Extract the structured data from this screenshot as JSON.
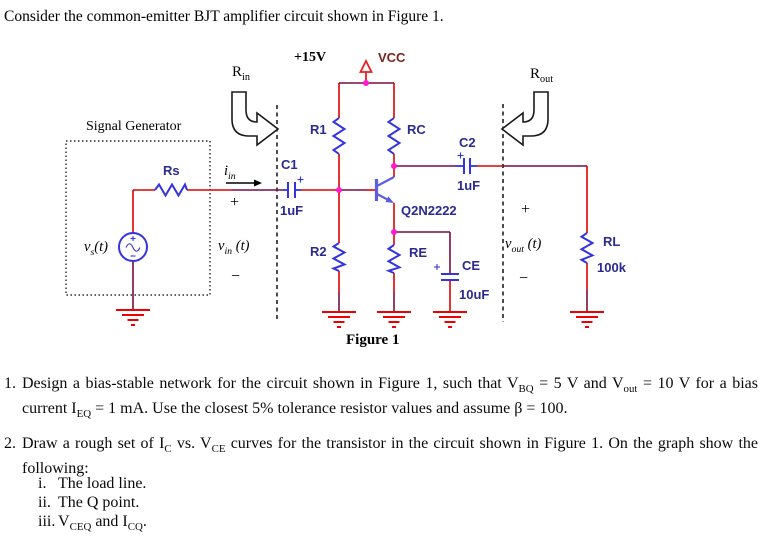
{
  "colors": {
    "wire_maroon": "#770C44",
    "wire_red": "#DF0000",
    "component_blue": "#3434DF",
    "transistor_blue": "#5C5CE0",
    "label_navy": "#2A2A90",
    "junction_magenta": "#FF1ACD",
    "ground_red": "#F00000",
    "vcc_red": "#E82020",
    "vcc_text": "#7A241C"
  },
  "title": "Consider the common-emitter BJT amplifier circuit shown in Figure 1.",
  "circuit": {
    "caption": "Figure 1",
    "supply": {
      "voltage": "+15V",
      "net": "VCC"
    },
    "signal_generator": {
      "label": "Signal Generator",
      "vs": [
        {
          "i": "v"
        },
        {
          "isub": "s"
        },
        {
          "i": "(t)"
        }
      ],
      "rs": "Rs"
    },
    "ports": {
      "rin": [
        {
          "t": "R"
        },
        {
          "sub": "in"
        }
      ],
      "rout": [
        {
          "t": "R"
        },
        {
          "sub": "out"
        }
      ],
      "iin": [
        {
          "i": "i"
        },
        {
          "isub": "in"
        }
      ],
      "vin": [
        {
          "i": "v"
        },
        {
          "isub": "in"
        },
        {
          "i": " (t)"
        }
      ],
      "vout": [
        {
          "i": "v"
        },
        {
          "isub": "out"
        },
        {
          "i": " (t)"
        }
      ],
      "vin_plus": "+",
      "vin_minus": "−",
      "vout_plus": "+",
      "vout_minus": "−"
    },
    "components": {
      "r1": "R1",
      "r2": "R2",
      "rc": "RC",
      "re": "RE",
      "rl": "RL",
      "rl_value": "100k",
      "c1": "C1",
      "c1_value": "1uF",
      "c2": "C2",
      "c2_value": "1uF",
      "ce": "CE",
      "ce_value": "10uF",
      "transistor": "Q2N2222"
    }
  },
  "questions": [
    {
      "num": "1.",
      "text": [
        {
          "t": "Design a bias-stable network for the circuit shown in Figure 1, such that V"
        },
        {
          "sub": "BQ"
        },
        {
          "t": " = 5 V and V"
        },
        {
          "sub": "out"
        },
        {
          "t": " = 10 V for a bias current I"
        },
        {
          "sub": "EQ"
        },
        {
          "t": " = 1 mA. Use the closest 5% tolerance resistor values and assume β = 100."
        }
      ]
    },
    {
      "num": "2.",
      "text": [
        {
          "t": "Draw a rough set of I"
        },
        {
          "sub": "C"
        },
        {
          "t": " vs. V"
        },
        {
          "sub": "CE"
        },
        {
          "t": " curves for the transistor in the circuit shown in Figure 1. On the graph show the following:"
        }
      ],
      "items": [
        {
          "num": "i.",
          "text": [
            {
              "t": "The load line."
            }
          ]
        },
        {
          "num": "ii.",
          "text": [
            {
              "t": "The Q point."
            }
          ]
        },
        {
          "num": "iii.",
          "text": [
            {
              "t": "V"
            },
            {
              "sub": "CEQ"
            },
            {
              "t": " and I"
            },
            {
              "sub": "CQ"
            },
            {
              "t": "."
            }
          ]
        }
      ]
    }
  ]
}
